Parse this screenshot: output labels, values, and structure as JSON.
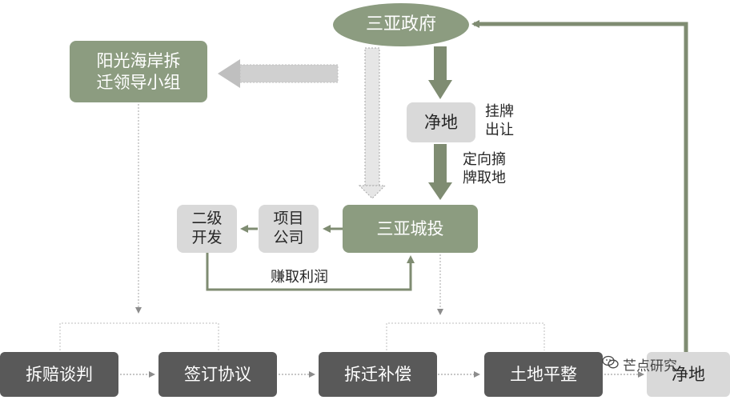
{
  "nodes": {
    "sanya_gov": "三亚政府",
    "leader_group": "阳光海岸拆\n迁领导小组",
    "clean_land_top": "净地",
    "sanya_invest": "三亚城投",
    "project_company": "项目\n公司",
    "secondary_dev": "二级\n开发",
    "demolition_talk": "拆赔谈判",
    "sign_agreement": "签订协议",
    "relocation_comp": "拆迁补偿",
    "land_leveling": "土地平整",
    "clean_land_bottom": "净地"
  },
  "labels": {
    "listing": "挂牌\n出让",
    "directed_listing": "定向摘\n牌取地",
    "earn_profit": "赚取利润"
  },
  "watermark": {
    "text": "芒点研究",
    "icon": "wechat-icon"
  },
  "colors": {
    "green": "#8c9c80",
    "light_gray": "#d9d9d9",
    "dark_gray": "#595959",
    "arrow_dark": "#7f8c72",
    "dotted": "#a6a6a6"
  }
}
